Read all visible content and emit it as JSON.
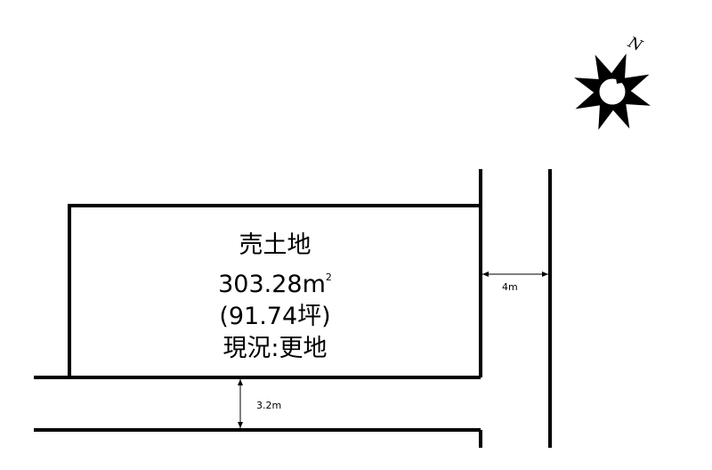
{
  "lot": {
    "title": "売土地",
    "area_m2": "303.28",
    "area_unit": "m",
    "area_unit_sup": "2",
    "area_tsubo": "(91.74坪)",
    "status": "現況:更地"
  },
  "roads": {
    "east_width": "4m",
    "south_width": "3.2m"
  },
  "compass": {
    "north_label": "N",
    "icon": "north-arrow-sun-icon"
  },
  "colors": {
    "line": "#000000",
    "background": "#ffffff"
  }
}
